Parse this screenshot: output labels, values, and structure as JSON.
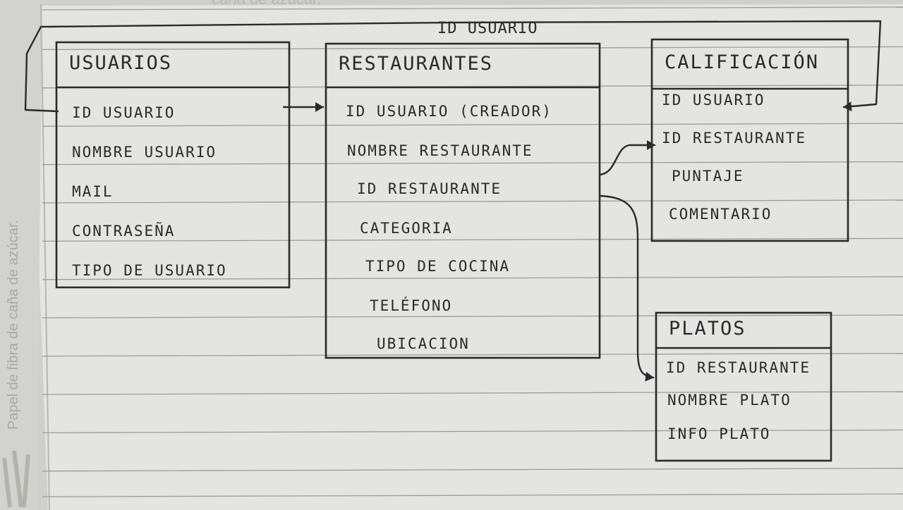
{
  "paper": {
    "side_print": "Papel de fibra de caña de azúcar.",
    "top_print": "caña de azúcar."
  },
  "relationship_label": "ID USUARIO",
  "entities": [
    {
      "id": "usuarios",
      "title": "USUARIOS",
      "fields": [
        "ID USUARIO",
        "NOMBRE USUARIO",
        "MAIL",
        "CONTRASEÑA",
        "TIPO DE USUARIO"
      ]
    },
    {
      "id": "restaurantes",
      "title": "RESTAURANTES",
      "fields": [
        "ID USUARIO (CREADOR)",
        "NOMBRE RESTAURANTE",
        "ID RESTAURANTE",
        "CATEGORIA",
        "TIPO DE COCINA",
        "TELÉFONO",
        "UBICACION"
      ]
    },
    {
      "id": "calificacion",
      "title": "CALIFICACIÓN",
      "fields": [
        "ID USUARIO",
        "ID RESTAURANTE",
        "PUNTAJE",
        "COMENTARIO"
      ]
    },
    {
      "id": "platos",
      "title": "PLATOS",
      "fields": [
        "ID RESTAURANTE",
        "NOMBRE PLATO",
        "INFO PLATO"
      ]
    }
  ]
}
